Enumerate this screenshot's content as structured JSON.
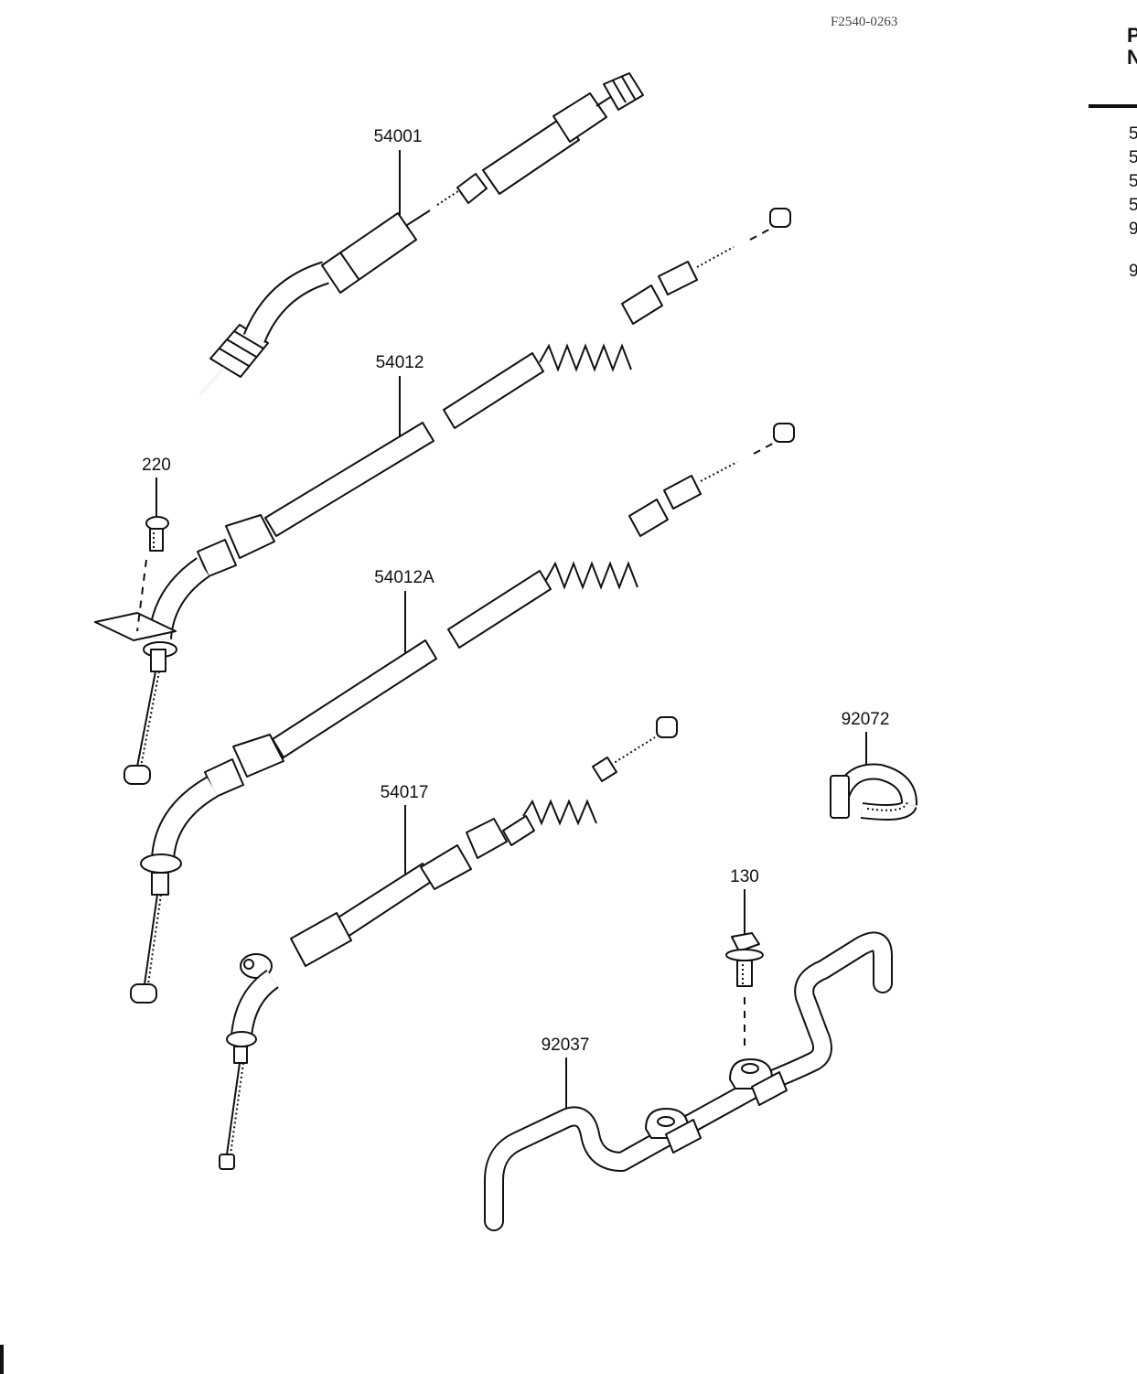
{
  "drawing_code": "F2540-0263",
  "parts": [
    {
      "ref": "54001"
    },
    {
      "ref": "54012"
    },
    {
      "ref": "220"
    },
    {
      "ref": "54012A"
    },
    {
      "ref": "92072"
    },
    {
      "ref": "54017"
    },
    {
      "ref": "130"
    },
    {
      "ref": "92037"
    }
  ],
  "side_column": {
    "header_top": "P",
    "header_bottom": "N",
    "rows": [
      "5",
      "5",
      "5",
      "5",
      "9",
      "9"
    ]
  }
}
